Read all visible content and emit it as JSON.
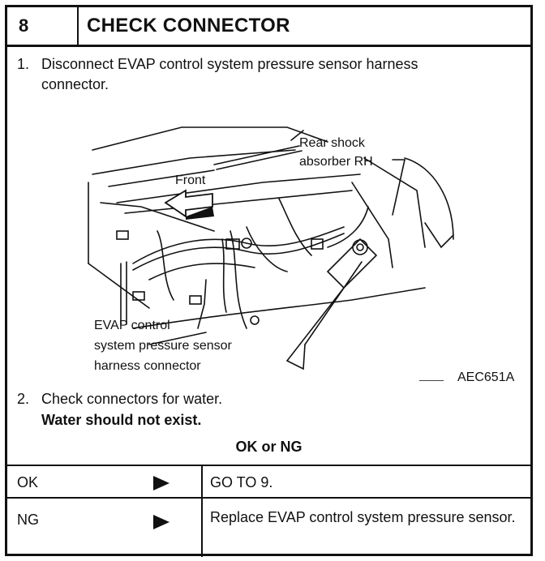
{
  "header": {
    "step_number": "8",
    "title": "CHECK CONNECTOR"
  },
  "steps": [
    {
      "num": "1.",
      "text": "Disconnect EVAP control system pressure sensor harness\nconnector."
    },
    {
      "num": "2.",
      "text": "Check connectors for water.",
      "emphasis": "Water should not exist."
    }
  ],
  "diagram": {
    "labels": {
      "rear_shock": "Rear shock",
      "absorber": "absorber RH",
      "front": "Front",
      "evap1": "EVAP control",
      "evap2": "system pressure sensor",
      "evap3": "harness connector"
    },
    "figure_id": "AEC651A"
  },
  "result_heading": "OK or NG",
  "results": [
    {
      "condition": "OK",
      "action": "GO TO 9."
    },
    {
      "condition": "NG",
      "action": "Replace EVAP control system pressure sensor."
    }
  ]
}
